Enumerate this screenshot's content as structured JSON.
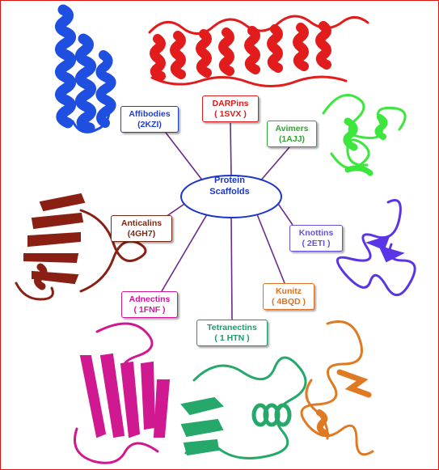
{
  "center": {
    "line1": "Protein",
    "line2": "Scaffolds",
    "color": "#1a35c9"
  },
  "scaffolds": [
    {
      "id": "affibodies",
      "name": "Affibodies",
      "pdb": "(2KZI)",
      "color": "#1f3fd0",
      "protein_color": "#1f4fe0"
    },
    {
      "id": "darpins",
      "name": "DARPins",
      "pdb": "( 1SVX )",
      "color": "#e01a1a",
      "protein_color": "#e21c1c"
    },
    {
      "id": "avimers",
      "name": "Avimers",
      "pdb": "(1AJJ)",
      "color": "#2fa82f",
      "protein_color": "#3ce63c"
    },
    {
      "id": "knottins",
      "name": "Knottins",
      "pdb": "( 2ETI )",
      "color": "#6a4fd8",
      "protein_color": "#5a35e8"
    },
    {
      "id": "kunitz",
      "name": "Kunitz",
      "pdb": "( 4BQD )",
      "color": "#e07020",
      "protein_color": "#e07a22"
    },
    {
      "id": "tetranectins",
      "name": "Tetranectins",
      "pdb": "( 1 HTN )",
      "color": "#1f9a6a",
      "protein_color": "#25a86a"
    },
    {
      "id": "adnectins",
      "name": "Adnectins",
      "pdb": "( 1FNF )",
      "color": "#d0189a",
      "protein_color": "#d01890"
    },
    {
      "id": "anticalins",
      "name": "Anticalins",
      "pdb": "(4GH7)",
      "color": "#7a2a14",
      "protein_color": "#8a2014"
    }
  ],
  "connector_color": "#6a2a8a"
}
